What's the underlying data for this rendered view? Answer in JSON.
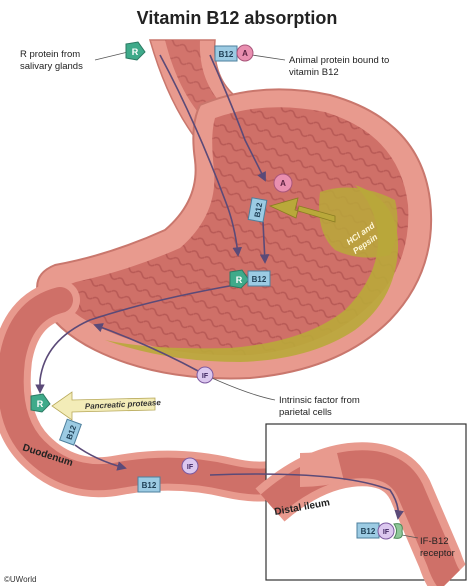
{
  "title": "Vitamin B12 absorption",
  "labels": {
    "r_protein": [
      "R protein from",
      "salivary glands"
    ],
    "animal_protein": [
      "Animal protein bound to",
      "vitamin B12"
    ],
    "hcl_pepsin": [
      "HCl and",
      "Pepsin"
    ],
    "intrinsic_factor": [
      "Intrinsic factor from",
      "parietal cells"
    ],
    "pancreatic_protease": "Pancreatic protease",
    "duodenum": "Duodenum",
    "distal_ileum": "Distal ileum",
    "receptor": [
      "IF-B12",
      "receptor"
    ],
    "credit": "©UWorld"
  },
  "tokens": {
    "r": "R",
    "a": "A",
    "b12": "B12",
    "if": "IF"
  },
  "colors": {
    "stomach_wall": "#e89a8e",
    "stomach_inner": "#c96a64",
    "acid": "#b9a83a",
    "r_token": "#3faa8a",
    "a_token": "#e98fb0",
    "b12_token": "#9ccbe3",
    "if_token": "#dcc8ef",
    "receptor": "#8fc79a",
    "arrow": "#5b4a78",
    "protease_arrow": "#f3ecb8"
  }
}
